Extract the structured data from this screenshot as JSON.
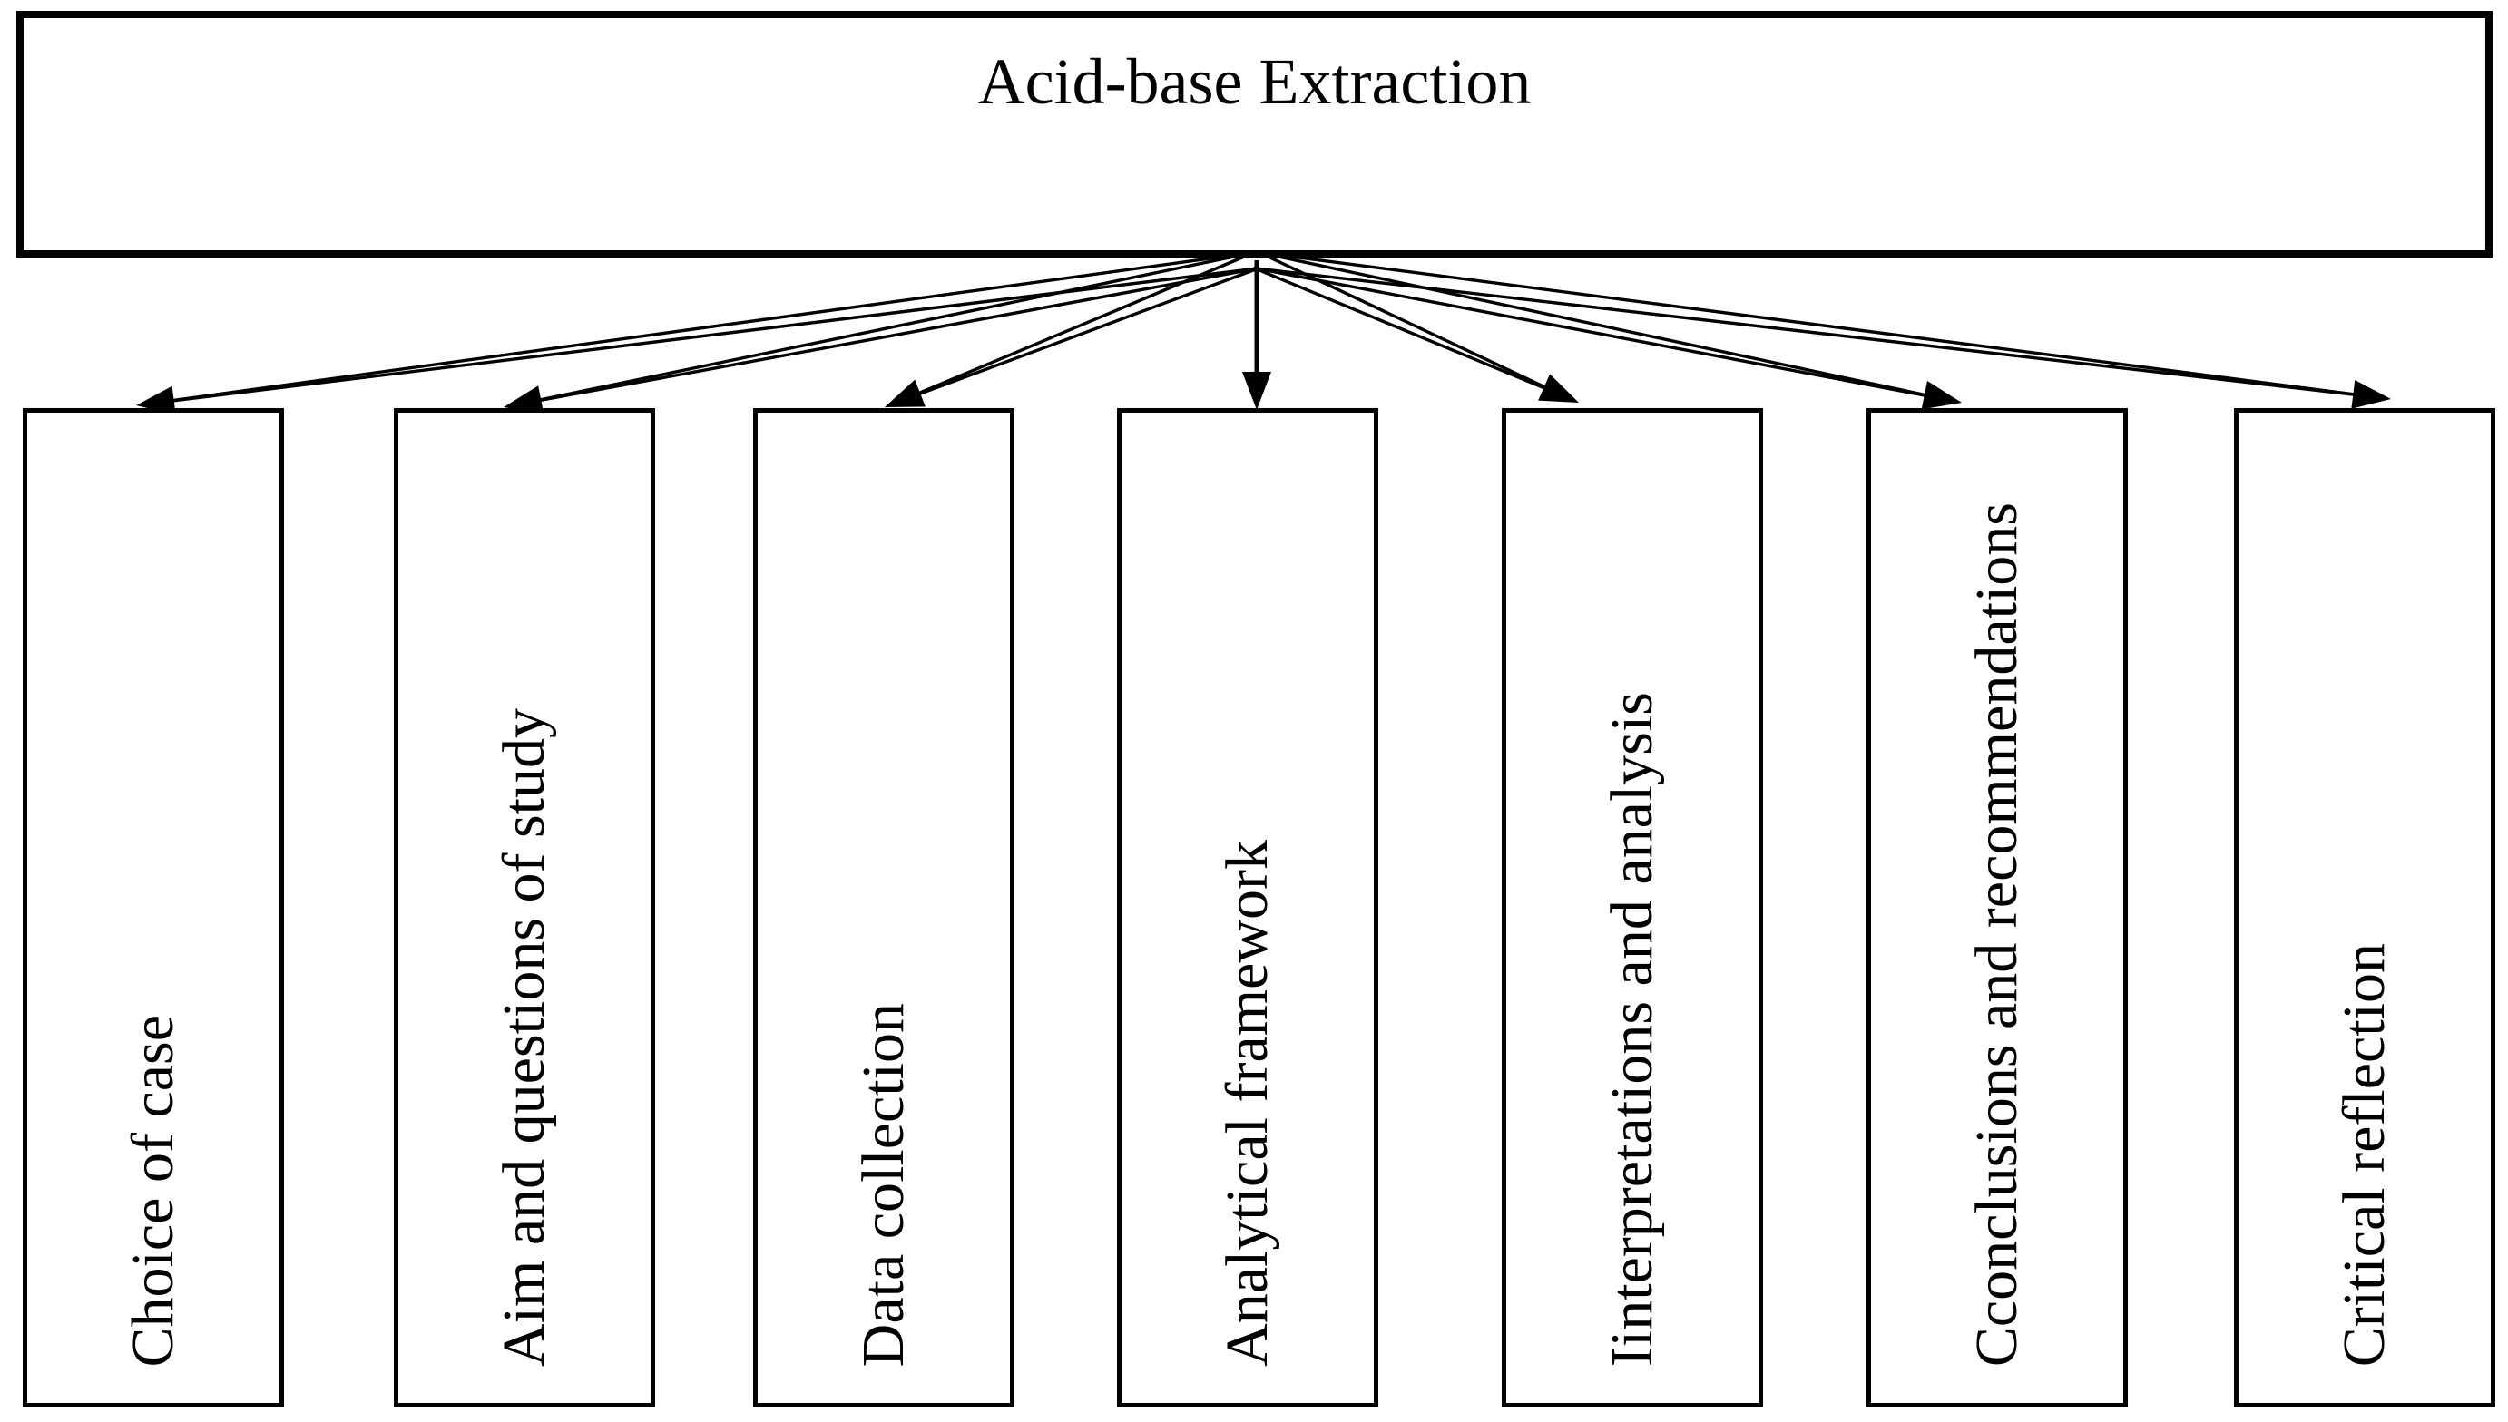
{
  "page": {
    "background_color": "#ffffff",
    "ink_color": "#000000"
  },
  "diagram": {
    "title": "Acid-base Extraction",
    "boxes": [
      "Choice of case",
      "Aim and questions of study",
      "Data collection",
      "Analytical framework",
      "Iinterpretations and analysis",
      "Cconclusions and recommendations",
      "Critical reflection"
    ]
  }
}
